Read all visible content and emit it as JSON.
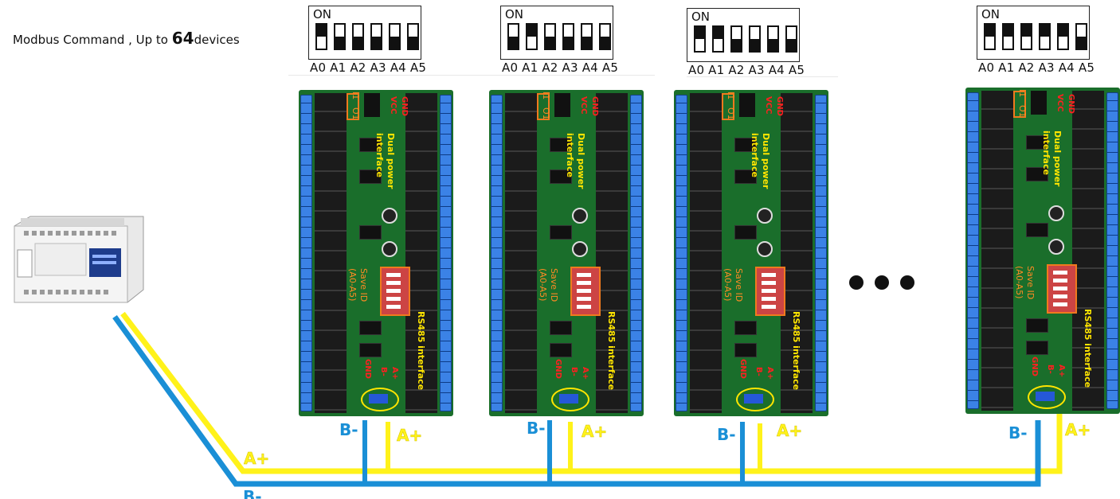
{
  "header": {
    "text_before": "Modbus Command , Up to ",
    "count": "64",
    "text_after": "devices"
  },
  "dip_switch": {
    "on_label": "ON",
    "address_labels": "A0 A1 A2 A3 A4 A5"
  },
  "modules": [
    {
      "dip_states": [
        "up",
        "down",
        "down",
        "down",
        "down",
        "down"
      ]
    },
    {
      "dip_states": [
        "down",
        "up",
        "down",
        "down",
        "down",
        "down"
      ]
    },
    {
      "dip_states": [
        "up",
        "up",
        "down",
        "down",
        "down",
        "down"
      ]
    },
    {
      "dip_states": [
        "up",
        "up",
        "up",
        "up",
        "up",
        "down"
      ]
    }
  ],
  "board_labels": {
    "input": "I1",
    "output": "O1",
    "gnd": "GND",
    "vcc": "VCC",
    "dual_power": "Dual power",
    "interface": "interface",
    "save_id": "Save ID",
    "addr_range": "(A0-A5)",
    "rs485": "RS485 interface",
    "pin_gnd": "GND",
    "pin_b": "B-",
    "pin_a": "A+"
  },
  "bus": {
    "b_label": "B-",
    "a_label": "A+",
    "b_bottom_label": "B-"
  },
  "colors": {
    "wire_b": "#1a8fd6",
    "wire_a": "#fff21a",
    "pcb": "#1a6e2b",
    "label_yellow": "#ffe500",
    "label_orange": "#ff8a24"
  },
  "icons": {
    "plc": "plc-controller-icon",
    "continuation": "ellipsis-dots-icon"
  }
}
